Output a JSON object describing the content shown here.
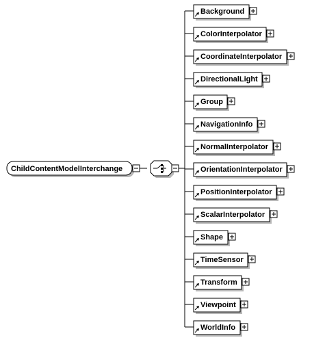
{
  "root": {
    "label": "ChildContentModelInterchange",
    "expanded": true
  },
  "compositor": {
    "kind": "choice",
    "icon": "choice-compositor-icon"
  },
  "children": [
    {
      "label": "Background"
    },
    {
      "label": "ColorInterpolator"
    },
    {
      "label": "CoordinateInterpolator"
    },
    {
      "label": "DirectionalLight"
    },
    {
      "label": "Group"
    },
    {
      "label": "NavigationInfo"
    },
    {
      "label": "NormalInterpolator"
    },
    {
      "label": "OrientationInterpolator"
    },
    {
      "label": "PositionInterpolator"
    },
    {
      "label": "ScalarInterpolator"
    },
    {
      "label": "Shape"
    },
    {
      "label": "TimeSensor"
    },
    {
      "label": "Transform"
    },
    {
      "label": "Viewpoint"
    },
    {
      "label": "WorldInfo"
    }
  ],
  "colors": {
    "line": "#000000",
    "box": "#ffffff",
    "shadow": "#b8b8b8"
  }
}
